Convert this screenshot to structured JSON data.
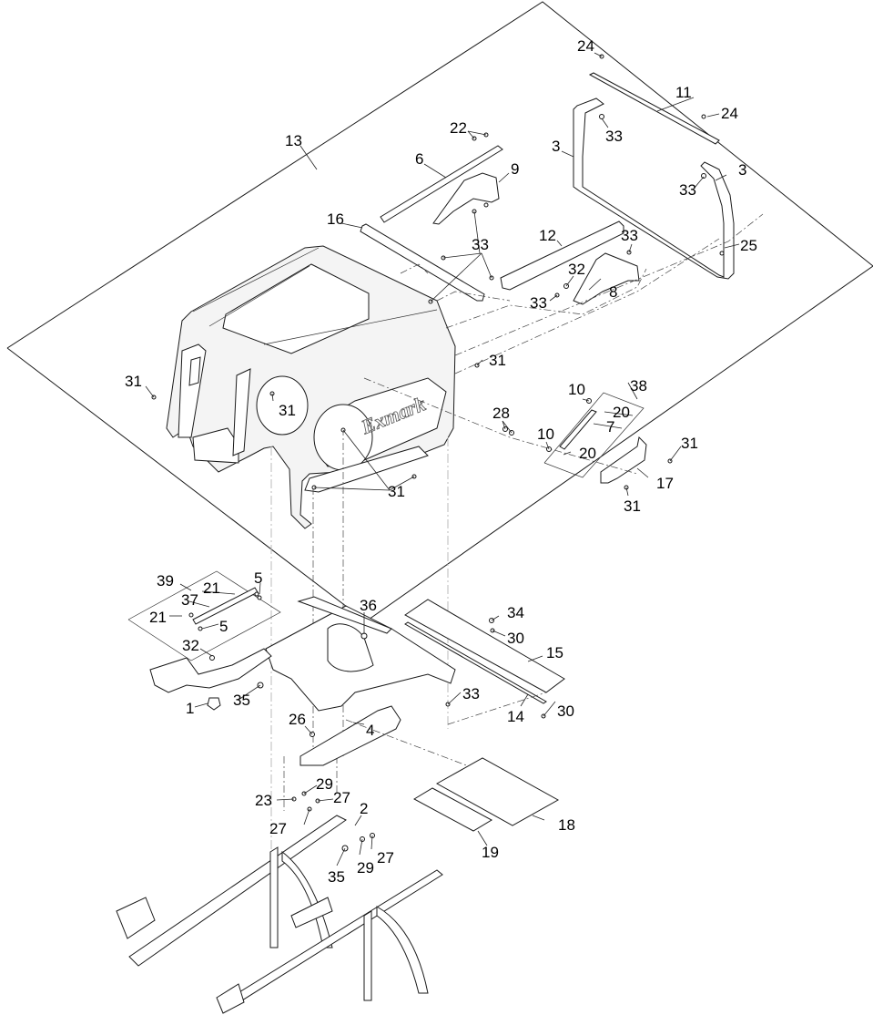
{
  "diagram": {
    "type": "exploded-parts-view",
    "brand_text": "Exmark",
    "callouts": [
      {
        "id": "13",
        "label": "13"
      },
      {
        "id": "24a",
        "label": "24"
      },
      {
        "id": "11",
        "label": "11"
      },
      {
        "id": "24b",
        "label": "24"
      },
      {
        "id": "22",
        "label": "22"
      },
      {
        "id": "33a",
        "label": "33"
      },
      {
        "id": "3a",
        "label": "3"
      },
      {
        "id": "6",
        "label": "6"
      },
      {
        "id": "9",
        "label": "9"
      },
      {
        "id": "33b",
        "label": "33"
      },
      {
        "id": "3b",
        "label": "3"
      },
      {
        "id": "16",
        "label": "16"
      },
      {
        "id": "33c",
        "label": "33"
      },
      {
        "id": "12",
        "label": "12"
      },
      {
        "id": "33d",
        "label": "33"
      },
      {
        "id": "25",
        "label": "25"
      },
      {
        "id": "32a",
        "label": "32"
      },
      {
        "id": "8",
        "label": "8"
      },
      {
        "id": "33e",
        "label": "33"
      },
      {
        "id": "31a",
        "label": "31"
      },
      {
        "id": "31b",
        "label": "31"
      },
      {
        "id": "31c",
        "label": "31"
      },
      {
        "id": "38",
        "label": "38"
      },
      {
        "id": "10a",
        "label": "10"
      },
      {
        "id": "20a",
        "label": "20"
      },
      {
        "id": "28",
        "label": "28"
      },
      {
        "id": "7",
        "label": "7"
      },
      {
        "id": "10b",
        "label": "10"
      },
      {
        "id": "20b",
        "label": "20"
      },
      {
        "id": "31d",
        "label": "31"
      },
      {
        "id": "17",
        "label": "17"
      },
      {
        "id": "31e",
        "label": "31"
      },
      {
        "id": "31f",
        "label": "31"
      },
      {
        "id": "39",
        "label": "39"
      },
      {
        "id": "5a",
        "label": "5"
      },
      {
        "id": "21a",
        "label": "21"
      },
      {
        "id": "37",
        "label": "37"
      },
      {
        "id": "36",
        "label": "36"
      },
      {
        "id": "34",
        "label": "34"
      },
      {
        "id": "21b",
        "label": "21"
      },
      {
        "id": "5b",
        "label": "5"
      },
      {
        "id": "30a",
        "label": "30"
      },
      {
        "id": "15",
        "label": "15"
      },
      {
        "id": "32b",
        "label": "32"
      },
      {
        "id": "1",
        "label": "1"
      },
      {
        "id": "35a",
        "label": "35"
      },
      {
        "id": "33f",
        "label": "33"
      },
      {
        "id": "14",
        "label": "14"
      },
      {
        "id": "30b",
        "label": "30"
      },
      {
        "id": "26",
        "label": "26"
      },
      {
        "id": "4",
        "label": "4"
      },
      {
        "id": "29a",
        "label": "29"
      },
      {
        "id": "23",
        "label": "23"
      },
      {
        "id": "27a",
        "label": "27"
      },
      {
        "id": "2",
        "label": "2"
      },
      {
        "id": "27b",
        "label": "27"
      },
      {
        "id": "18",
        "label": "18"
      },
      {
        "id": "29b",
        "label": "29"
      },
      {
        "id": "27c",
        "label": "27"
      },
      {
        "id": "35b",
        "label": "35"
      },
      {
        "id": "19",
        "label": "19"
      }
    ]
  }
}
